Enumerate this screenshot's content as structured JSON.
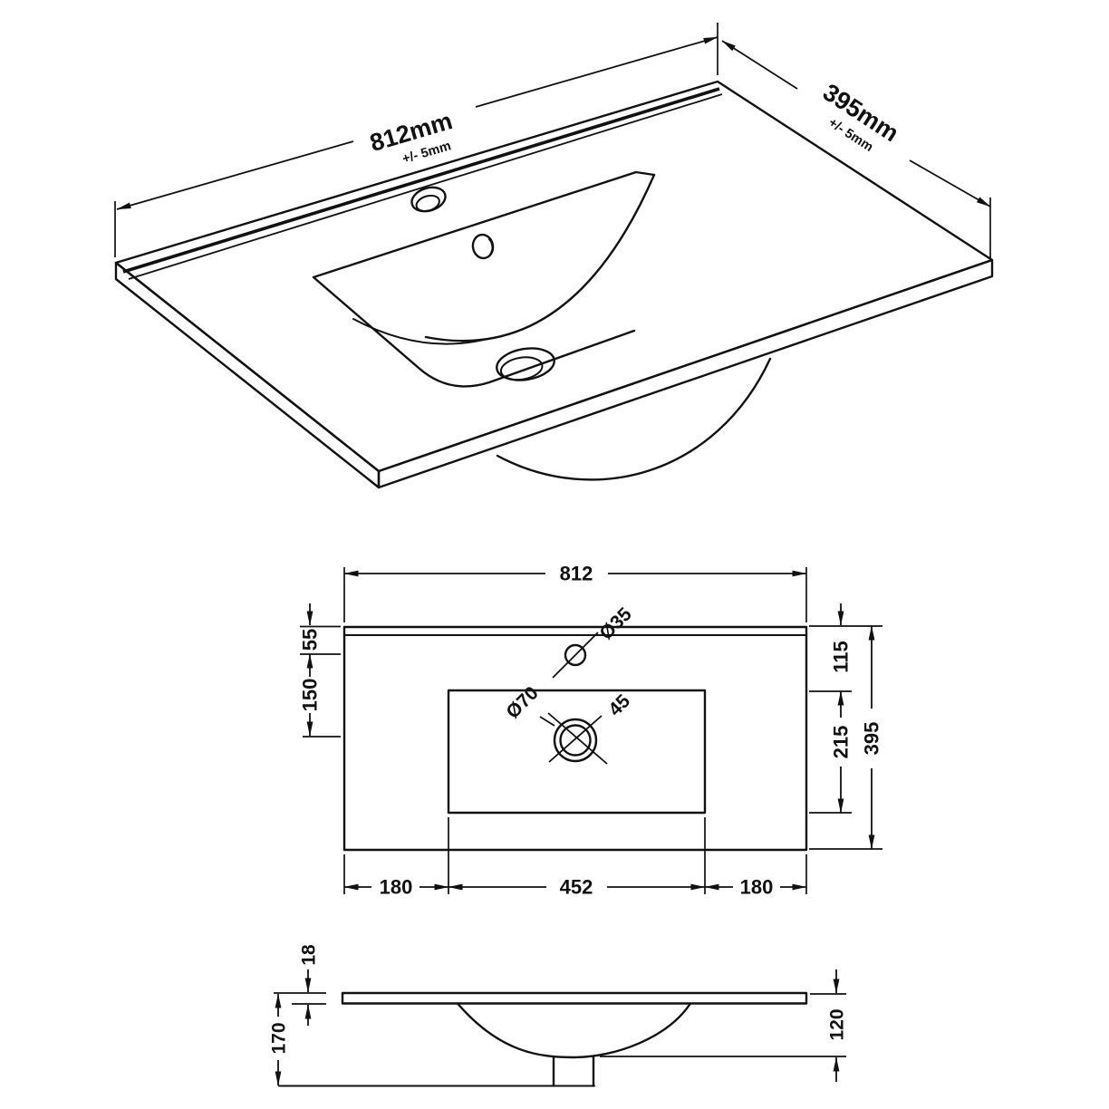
{
  "drawing": {
    "title": "basin-technical-drawing",
    "background": "#ffffff",
    "line_color": "#111111"
  },
  "isometric": {
    "width": {
      "value": "812mm",
      "tolerance": "+/- 5mm"
    },
    "depth": {
      "value": "395mm",
      "tolerance": "+/- 5mm"
    }
  },
  "plan": {
    "overall_width": "812",
    "overall_depth": "395",
    "back_to_tap": "55",
    "tap_to_waste": "150",
    "back_to_basin": "115",
    "basin_depth": "215",
    "left_margin": "180",
    "basin_width": "452",
    "right_margin": "180",
    "tap_hole": "Ø35",
    "waste_hole": "Ø70",
    "waste_offset": "45"
  },
  "section": {
    "top_thickness": "18",
    "overall_height": "170",
    "bowl_depth": "120"
  }
}
